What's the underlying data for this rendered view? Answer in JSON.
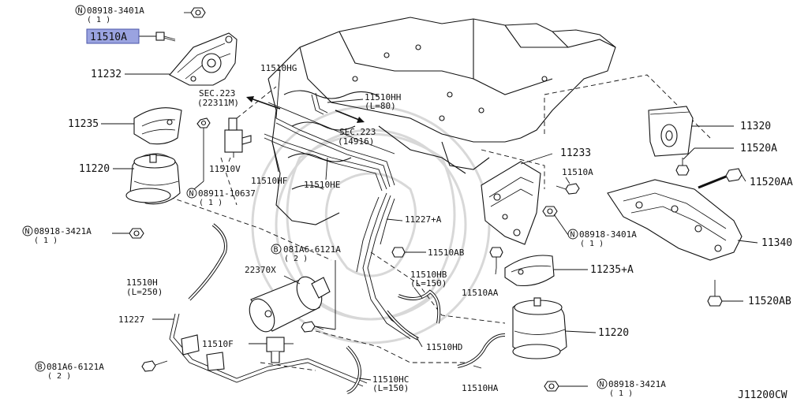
{
  "diagram_code": "J11200CW",
  "highlight_color": "#9aa3e0",
  "references": {
    "sec223_a": {
      "line1": "SEC.223",
      "line2": "(22311M)"
    },
    "sec223_b": {
      "line1": "SEC.223",
      "line2": "(14916)"
    }
  },
  "labels": {
    "p_08918_3401A_top": {
      "prefix": "N",
      "code": "08918-3401A",
      "qty": "( 1 )"
    },
    "p_11510A_top": "11510A",
    "p_11232": "11232",
    "p_11235": "11235",
    "p_11220_left": "11220",
    "p_08911_10637": {
      "prefix": "N",
      "code": "08911-10637",
      "qty": "( 1 )"
    },
    "p_08918_3421A_left": {
      "prefix": "N",
      "code": "08918-3421A",
      "qty": "( 1 )"
    },
    "p_11510H": {
      "code": "11510H",
      "qty": "(L=250)"
    },
    "p_11227": "11227",
    "p_081A6_6121A_low": {
      "prefix": "B",
      "code": "081A6-6121A",
      "qty": "( 2 )"
    },
    "p_11510HG": "11510HG",
    "p_11510HH": {
      "code": "11510HH",
      "qty": "(L=80)"
    },
    "p_11510V": "11510V",
    "p_11510HF": "11510HF",
    "p_11510HE": "11510HE",
    "p_081A6_6121A_mid": {
      "prefix": "B",
      "code": "081A6-6121A",
      "qty": "( 2 )"
    },
    "p_22370X": "22370X",
    "p_11510F": "11510F",
    "p_11510HC": {
      "code": "11510HC",
      "qty": "(L=150)"
    },
    "p_11510HD": "11510HD",
    "p_11510HB": {
      "code": "11510HB",
      "qty": "(L=150)"
    },
    "p_11227A": "11227+A",
    "p_11510AB": "11510AB",
    "p_11510AA": "11510AA",
    "p_11233": "11233",
    "p_11510A_mid": "11510A",
    "p_08918_3401A_mid": {
      "prefix": "N",
      "code": "08918-3401A",
      "qty": "( 1 )"
    },
    "p_11235A": "11235+A",
    "p_11220_right": "11220",
    "p_11510HA": "11510HA",
    "p_08918_3421A_bottom": {
      "prefix": "N",
      "code": "08918-3421A",
      "qty": "( 1 )"
    },
    "p_11320": "11320",
    "p_11520A": "11520A",
    "p_11520AA": "11520AA",
    "p_11340": "11340",
    "p_11520AB": "11520AB"
  },
  "icons": [
    "nut-icon",
    "bolt-icon",
    "washer-icon"
  ]
}
